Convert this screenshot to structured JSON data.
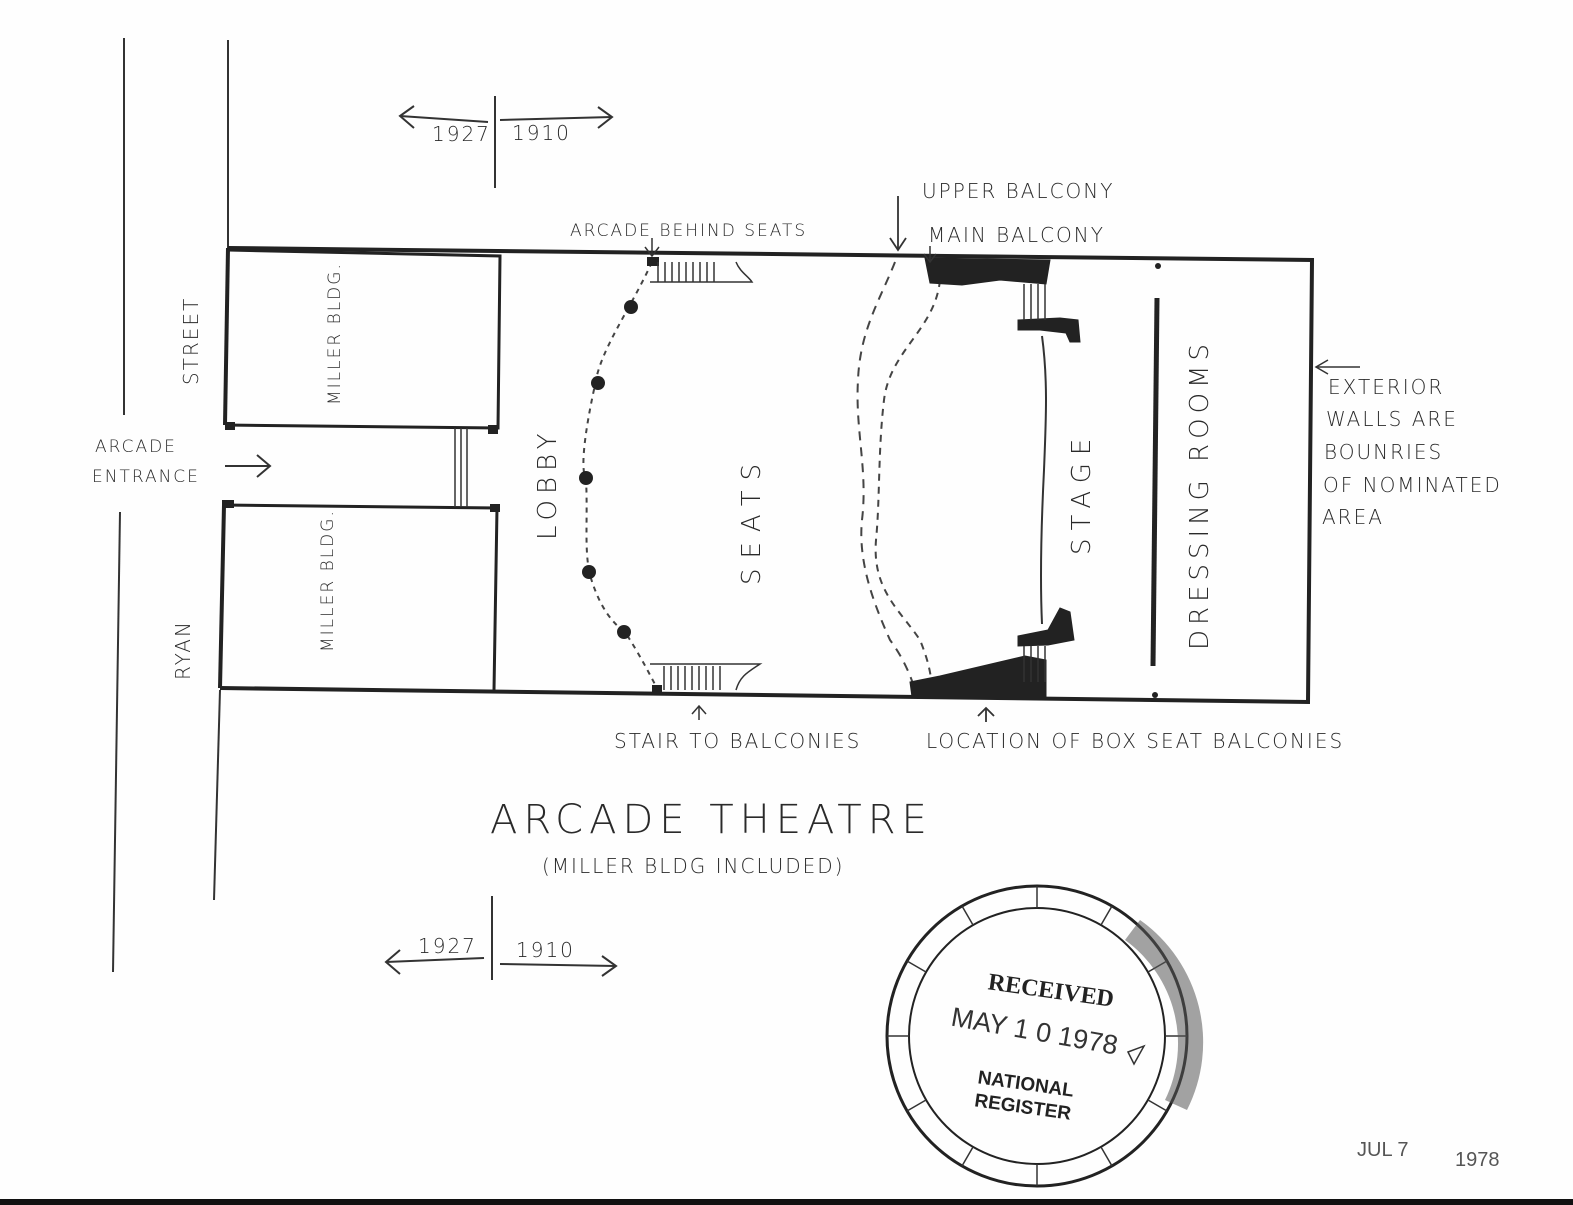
{
  "labels": {
    "year_left": "1927",
    "year_right": "1910",
    "street_top": "STREET",
    "street_bottom": "RYAN",
    "arcade_entrance_1": "ARCADE",
    "arcade_entrance_2": "ENTRANCE",
    "miller_top": "MILLER BLDG.",
    "miller_bottom": "MILLER BLDG.",
    "lobby": "LOBBY",
    "seats": "SEATS",
    "stage": "STAGE",
    "dressing_rooms": "DRESSING ROOMS",
    "arcade_behind_seats": "ARCADE BEHIND SEATS",
    "upper_balcony": "UPPER BALCONY",
    "main_balcony": "MAIN BALCONY",
    "stair_to_balconies": "STAIR TO BALCONIES",
    "box_seat_balconies": "LOCATION OF BOX SEAT BALCONIES",
    "exterior_1": "EXTERIOR",
    "exterior_2": "WALLS ARE",
    "exterior_3": "BOUNRIES",
    "exterior_4": "OF NOMINATED",
    "exterior_5": "AREA",
    "title": "ARCADE THEATRE",
    "subtitle": "(MILLER BLDG INCLUDED)"
  },
  "stamp": {
    "received": "RECEIVED",
    "date": "MAY 1 0 1978",
    "national": "NATIONAL",
    "register": "REGISTER"
  },
  "handwritten_date": {
    "month_day": "JUL 7",
    "year": "1978"
  },
  "colors": {
    "ink": "#2a2a2a",
    "paper": "#fefefe"
  }
}
